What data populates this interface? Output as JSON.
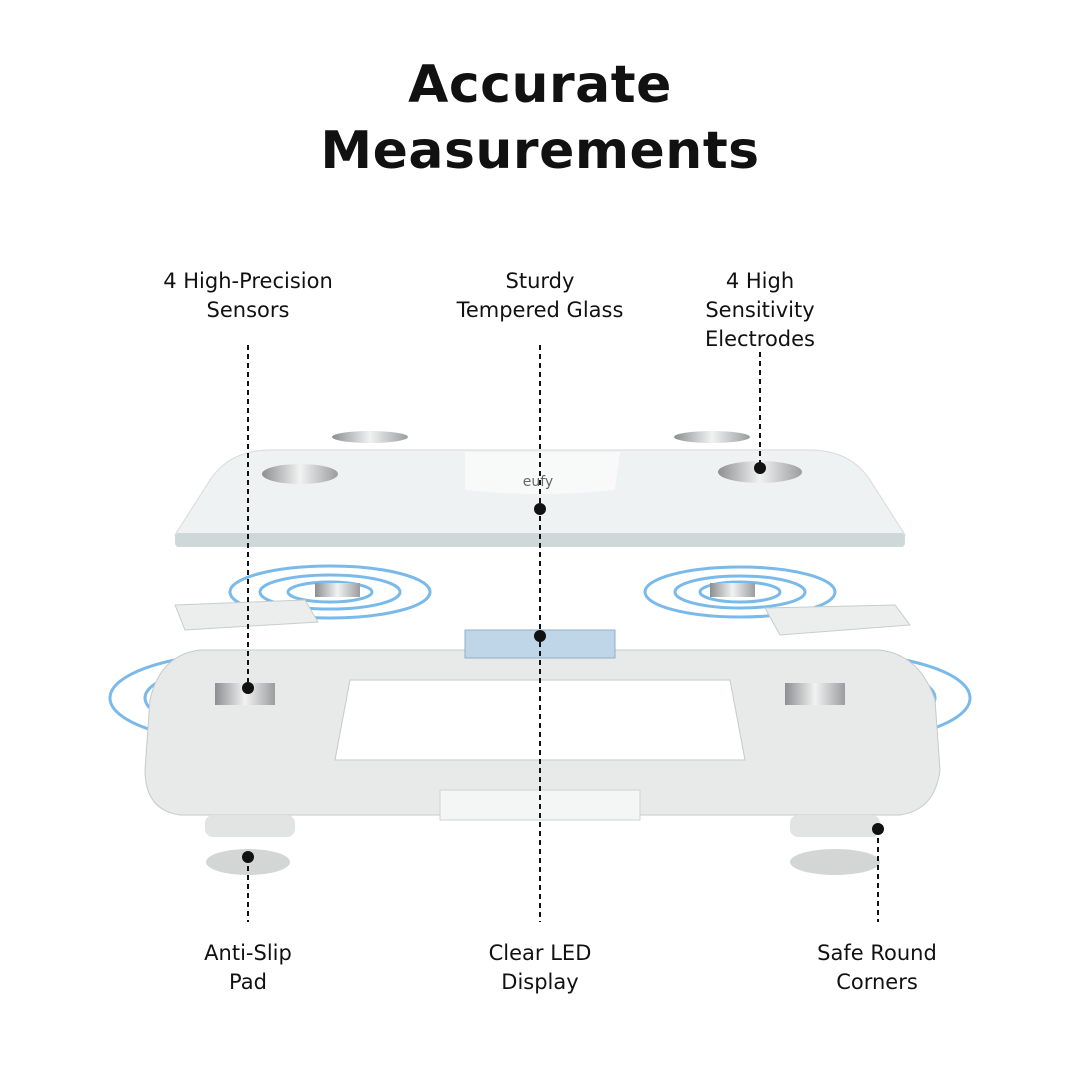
{
  "title": {
    "line1": "Accurate",
    "line2": "Measurements"
  },
  "product": {
    "logo_text": "eufy"
  },
  "callouts": {
    "sensors": {
      "line1": "4 High-Precision",
      "line2": "Sensors"
    },
    "glass": {
      "line1": "Sturdy",
      "line2": "Tempered Glass"
    },
    "electrodes": {
      "line1": "4 High",
      "line2": "Sensitivity",
      "line3": "Electrodes"
    },
    "pad": {
      "line1": "Anti-Slip",
      "line2": "Pad"
    },
    "display": {
      "line1": "Clear LED",
      "line2": "Display"
    },
    "corners": {
      "line1": "Safe Round",
      "line2": "Corners"
    }
  },
  "colors": {
    "accent_blue": "#5aa9e6",
    "leader": "#111111",
    "glass": "#eef1f1",
    "frame": "#e4e6e6"
  }
}
